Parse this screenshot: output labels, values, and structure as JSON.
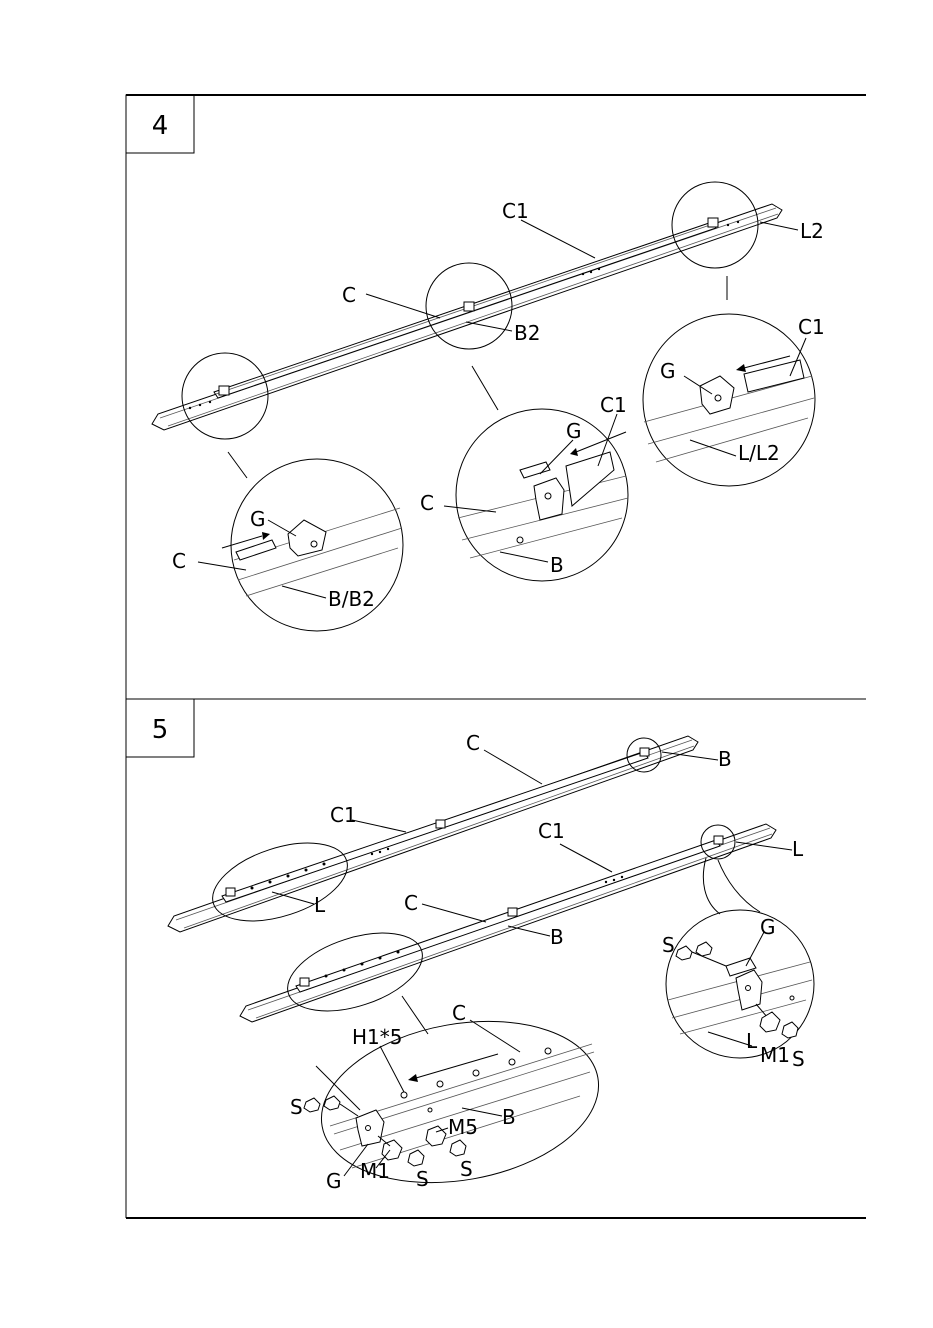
{
  "steps": [
    {
      "number": "4",
      "labels": {
        "c1_main": "C1",
        "l2": "L2",
        "c_main": "C",
        "b2": "B2",
        "c1_right": "C1",
        "g_right": "G",
        "l_l2": "L/L2",
        "c1_mid": "C1",
        "g_mid": "G",
        "c_mid": "C",
        "b_mid": "B",
        "g_left": "G",
        "c_left": "C",
        "b_b2": "B/B2"
      }
    },
    {
      "number": "5",
      "labels": {
        "c_top": "C",
        "b_top": "B",
        "c1_upper": "C1",
        "l_upper": "L",
        "c1_lower": "C1",
        "l_right": "L",
        "c_lower": "C",
        "b_lower": "B",
        "g_right": "G",
        "s_right_a": "S",
        "l_detail_right": "L",
        "m1_right": "M1",
        "s_right_b": "S",
        "c_detail": "C",
        "h1x5": "H1*5",
        "s_left": "S",
        "b_detail": "B",
        "m5": "M5",
        "g_detail": "G",
        "m1_detail": "M1",
        "s_detail_a": "S",
        "s_detail_b": "S"
      }
    }
  ]
}
